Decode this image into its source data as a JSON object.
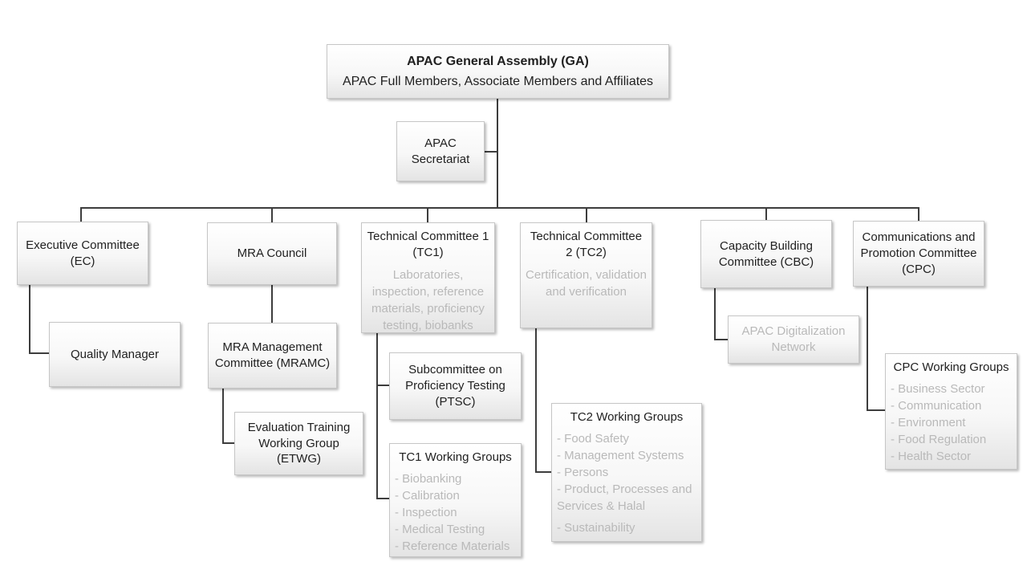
{
  "colors": {
    "line_color": "#3d3d3d",
    "box_border": "#c6c6c6",
    "box_fill_top": "#ffffff",
    "box_fill_mid": "#f7f7f7",
    "box_fill_bottom": "#e4e4e4",
    "text_primary": "#1f1f1f",
    "text_muted": "#b9b9b9",
    "bg": "#ffffff"
  },
  "nodes": {
    "ga": {
      "title": "APAC General Assembly (GA)",
      "subtitle": "APAC Full Members, Associate Members and Affiliates"
    },
    "secretariat": {
      "title": "APAC Secretariat"
    },
    "ec": {
      "title": "Executive Committee (EC)"
    },
    "mra_council": {
      "title": "MRA Council"
    },
    "tc1": {
      "title": "Technical Committee 1 (TC1)",
      "description": "Laboratories, inspection, reference materials, proficiency testing, biobanks"
    },
    "tc2": {
      "title": "Technical Committee 2 (TC2)",
      "description": "Certification, validation and verification"
    },
    "cbc": {
      "title": "Capacity Building Committee (CBC)"
    },
    "cpc": {
      "title": "Communications and Promotion Committee (CPC)"
    },
    "quality_manager": {
      "title": "Quality Manager"
    },
    "mramc": {
      "title": "MRA Management Committee (MRAMC)"
    },
    "etwg": {
      "title": "Evaluation Training Working Group (ETWG)"
    },
    "ptsc": {
      "title": "Subcommittee on Proficiency Testing (PTSC)"
    },
    "tc1_wg": {
      "title": "TC1 Working Groups",
      "items": [
        "- Biobanking",
        "- Calibration",
        "- Inspection",
        "- Medical Testing",
        "- Reference Materials"
      ]
    },
    "tc2_wg": {
      "title": "TC2 Working Groups",
      "items": [
        "- Food Safety",
        "- Management Systems",
        "- Persons",
        "- Product, Processes and Services & Halal",
        "- Sustainability"
      ]
    },
    "adn": {
      "title": "APAC Digitalization Network"
    },
    "cpc_wg": {
      "title": "CPC Working Groups",
      "items": [
        "- Business Sector",
        "- Communication",
        "- Environment",
        "- Food Regulation",
        "- Health Sector"
      ]
    }
  }
}
